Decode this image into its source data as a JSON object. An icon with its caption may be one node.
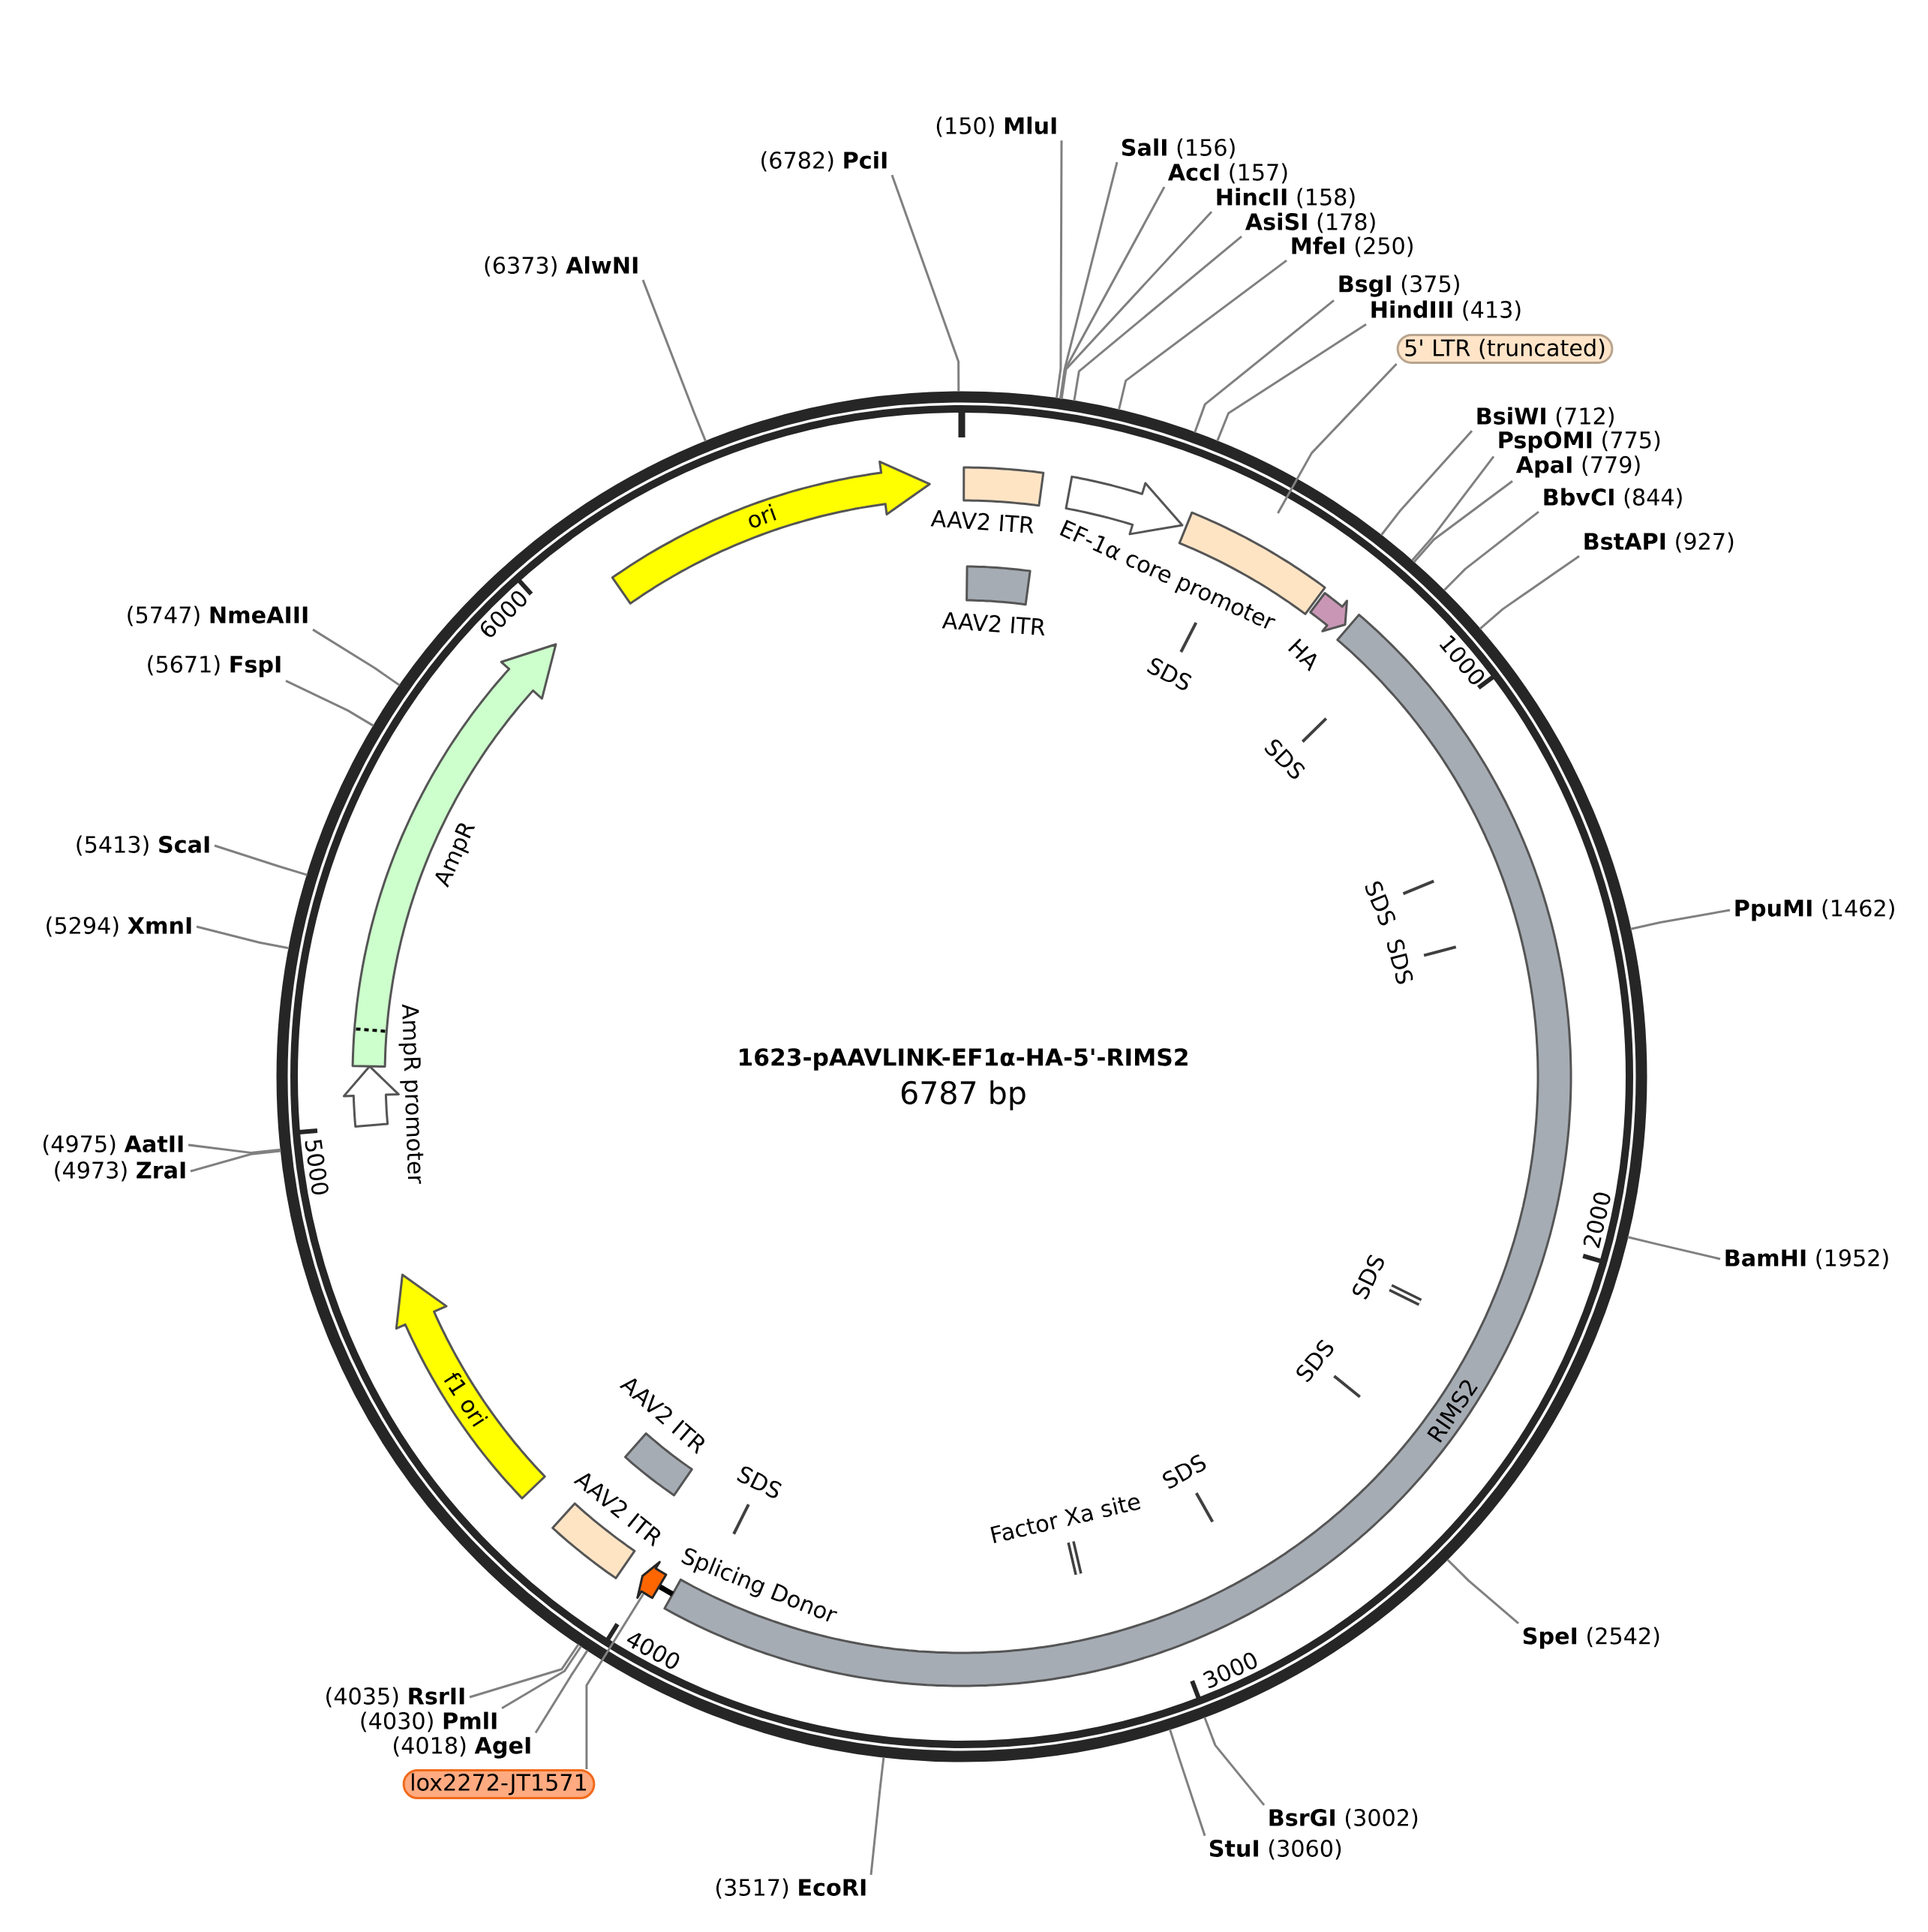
{
  "diagram": {
    "title": "1623-pAAVLINK-EF1α-HA-5'-RIMS2",
    "nodes": [
      {
        "text": [],
        "shape": "circle"
      },
      {
        "text": [
          "AAV2 ITR"
        ],
        "in": 0
      },
      {
        "text": [
          "AAV2 ITR"
        ],
        "in": 0
      },
      {
        "text": [
          "EF-1α core promoter"
        ],
        "in": 0
      },
      {
        "text": [],
        "shape": "box",
        "in": 0
      },
      {
        "text": [
          "HA"
        ],
        "in": 0
      },
      {
        "text": [
          "RIMS2"
        ],
        "in": 0
      },
      {
        "text": [
          "SDS"
        ],
        "in": 0
      },
      {
        "text": [
          "SDS"
        ],
        "in": 0
      },
      {
        "text": [
          "SDS"
        ],
        "in": 0
      },
      {
        "text": [
          "SDS"
        ],
        "in": 0
      },
      {
        "text": [
          "SDS"
        ],
        "in": 0
      },
      {
        "text": [
          "SDS"
        ],
        "in": 0
      },
      {
        "text": [
          "SDS"
        ],
        "in": 0
      },
      {
        "text": [
          "Factor Xa site"
        ],
        "in": 0
      },
      {
        "text": [
          "SDS"
        ],
        "in": 0
      },
      {
        "text": [
          "Splicing Donor"
        ],
        "in": 0
      },
      {
        "text": [],
        "shape": "pentagon",
        "in": 0
      },
      {
        "text": [
          "AAV2 ITR"
        ],
        "in": 0
      },
      {
        "text": [
          "AAV2 ITR"
        ],
        "in": 0
      },
      {
        "text": [
          "f1 ori"
        ],
        "in": 0
      },
      {
        "text": [
          "AmpR promoter"
        ],
        "in": 0
      },
      {
        "text": [
          "AmpR"
        ],
        "in": 0
      },
      {
        "text": [
          "ori"
        ],
        "in": 0
      },
      {
        "text": [
          "5' LTR (truncated)"
        ]
      },
      {
        "text": [
          "lox2272-JT1571"
        ]
      },
      {
        "text": [
          "(6782) **PciI**"
        ]
      },
      {
        "text": [
          "(150) **MluI**"
        ]
      },
      {
        "text": [
          "**SalI** (156)"
        ]
      },
      {
        "text": [
          "**AccI** (157)"
        ]
      },
      {
        "text": [
          "**HincII** (158)"
        ]
      },
      {
        "text": [
          "**AsiSI** (178)"
        ]
      },
      {
        "text": [
          "**MfeI** (250)"
        ]
      },
      {
        "text": [
          "**BsgI** (375)"
        ]
      },
      {
        "text": [
          "**HindIII** (413)"
        ]
      },
      {
        "text": [
          "**BsiWI** (712)"
        ]
      },
      {
        "text": [
          "**PspOMI** (775)"
        ]
      },
      {
        "text": [
          "**ApaI** (779)"
        ]
      },
      {
        "text": [
          "**BbvCI** (844)"
        ]
      },
      {
        "text": [
          "**BstAPI** (927)"
        ]
      },
      {
        "text": [
          "**PpuMI** (1462)"
        ]
      },
      {
        "text": [
          "**BamHI** (1952)"
        ]
      },
      {
        "text": [
          "**SpeI** (2542)"
        ]
      },
      {
        "text": [
          "**BsrGI** (3002)"
        ]
      },
      {
        "text": [
          "**StuI** (3060)"
        ]
      },
      {
        "text": [
          "(3517) **EcoRI**"
        ]
      },
      {
        "text": [
          "(4018) **AgeI**"
        ]
      },
      {
        "text": [
          "(4030) **PmlI**"
        ]
      },
      {
        "text": [
          "(4035) **RsrII**"
        ]
      },
      {
        "text": [
          "(4975) **AatII**"
        ]
      },
      {
        "text": [
          "(4973) **ZraI**"
        ]
      },
      {
        "text": [
          "(5294) **XmnI**"
        ]
      },
      {
        "text": [
          "(5413) **ScaI**"
        ]
      },
      {
        "text": [
          "(5671) **FspI**"
        ]
      },
      {
        "text": [
          "(5747) **NmeAIII**"
        ]
      },
      {
        "text": [
          "(6373) **AlwNI**"
        ]
      }
    ],
    "edges": [
      {
        "from": 24,
        "to": 4,
        "arrow": "none"
      },
      {
        "from": 25,
        "to": 17,
        "arrow": "none"
      },
      {
        "from": 26,
        "to": 0,
        "arrow": "none"
      },
      {
        "from": 27,
        "to": 0,
        "arrow": "none"
      },
      {
        "from": 28,
        "to": 0,
        "arrow": "none"
      },
      {
        "from": 29,
        "to": 0,
        "arrow": "none"
      },
      {
        "from": 30,
        "to": 0,
        "arrow": "none"
      },
      {
        "from": 31,
        "to": 0,
        "arrow": "none"
      },
      {
        "from": 32,
        "to": 0,
        "arrow": "none"
      },
      {
        "from": 33,
        "to": 0,
        "arrow": "none"
      },
      {
        "from": 34,
        "to": 0,
        "arrow": "none"
      },
      {
        "from": 35,
        "to": 0,
        "arrow": "none"
      },
      {
        "from": 36,
        "to": 0,
        "arrow": "none"
      },
      {
        "from": 37,
        "to": 0,
        "arrow": "none"
      },
      {
        "from": 38,
        "to": 0,
        "arrow": "none"
      },
      {
        "from": 39,
        "to": 0,
        "arrow": "none"
      },
      {
        "from": 40,
        "to": 0,
        "arrow": "none"
      },
      {
        "from": 41,
        "to": 0,
        "arrow": "none"
      },
      {
        "from": 42,
        "to": 0,
        "arrow": "none"
      },
      {
        "from": 43,
        "to": 0,
        "arrow": "none"
      },
      {
        "from": 44,
        "to": 0,
        "arrow": "none"
      },
      {
        "from": 45,
        "to": 0,
        "arrow": "none"
      },
      {
        "from": 46,
        "to": 0,
        "arrow": "none"
      },
      {
        "from": 47,
        "to": 0,
        "arrow": "none"
      },
      {
        "from": 48,
        "to": 0,
        "arrow": "none"
      },
      {
        "from": 49,
        "to": 0,
        "arrow": "none"
      },
      {
        "from": 50,
        "to": 0,
        "arrow": "none"
      },
      {
        "from": 51,
        "to": 0,
        "arrow": "none"
      },
      {
        "from": 52,
        "to": 0,
        "arrow": "none"
      },
      {
        "from": 53,
        "to": 0,
        "arrow": "none"
      },
      {
        "from": 54,
        "to": 0,
        "arrow": "none"
      },
      {
        "from": 55,
        "to": 0,
        "arrow": "none"
      }
    ],
    "labels": [
      "6787 bp",
      "1000",
      "2000",
      "3000",
      "4000",
      "5000",
      "6000"
    ]
  }
}
